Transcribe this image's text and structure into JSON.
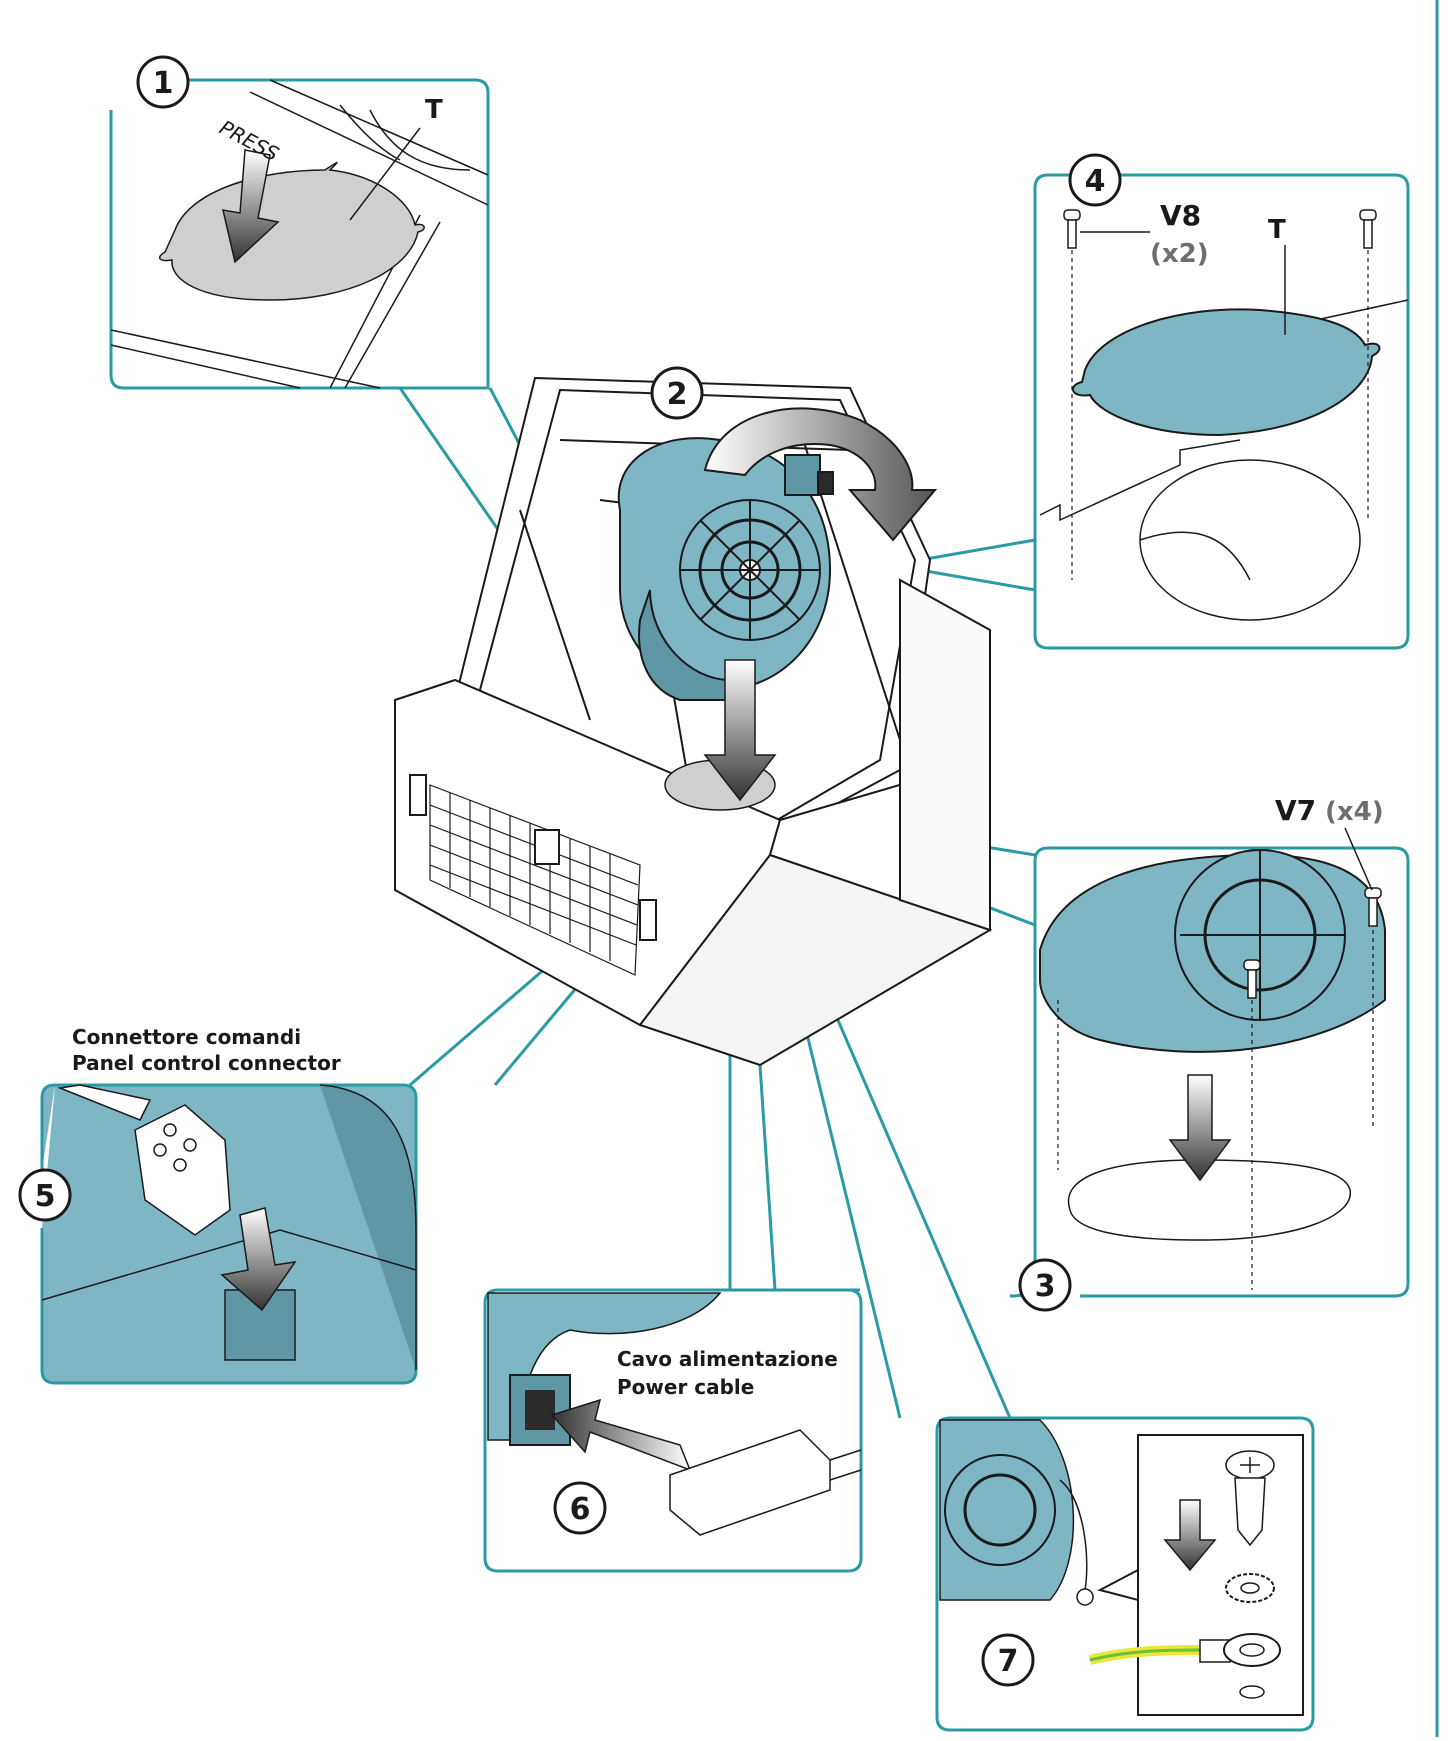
{
  "colors": {
    "accent": "#2a9aa5",
    "part_fill": "#7fb6c4",
    "part_dark": "#5f97a5",
    "line": "#1a1a1a",
    "grey_cover": "#cfcfcf"
  },
  "steps": [
    {
      "number": "1"
    },
    {
      "number": "2"
    },
    {
      "number": "3"
    },
    {
      "number": "4"
    },
    {
      "number": "5"
    },
    {
      "number": "6"
    },
    {
      "number": "7"
    }
  ],
  "labels": {
    "press": "PRESS",
    "cover_code_1": "T",
    "cover_code_4": "T",
    "screw_v8": "V8",
    "screw_v8_qty": "(x2)",
    "screw_v7": "V7",
    "screw_v7_qty": "(x4)",
    "connector_it": "Connettore comandi",
    "connector_en": "Panel control connector",
    "power_it": "Cavo alimentazione",
    "power_en": "Power cable"
  },
  "icons": [
    "down-arrow-icon",
    "rotate-arrow-icon",
    "screw-icon",
    "washer-icon",
    "ring-terminal-icon",
    "connector-icon",
    "plug-icon"
  ]
}
